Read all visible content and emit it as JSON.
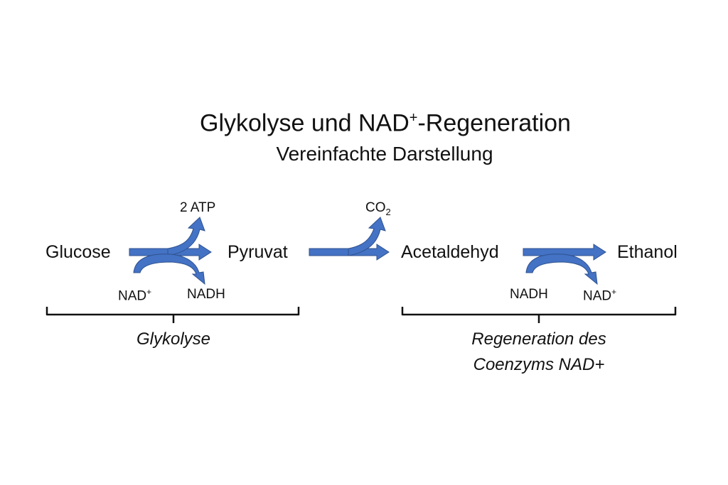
{
  "title": {
    "prefix": "Glykolyse und NAD",
    "sup": "+",
    "suffix": "-Regeneration"
  },
  "subtitle": "Vereinfachte Darstellung",
  "molecules": {
    "glucose": "Glucose",
    "pyruvat": "Pyruvat",
    "acetaldehyd": "Acetaldehyd",
    "ethanol": "Ethanol"
  },
  "byproducts": {
    "atp": "2 ATP",
    "co2_base": "CO",
    "co2_sub": "2",
    "nad_left_base": "NAD",
    "nad_left_sup": "+",
    "nadh_left": "NADH",
    "nadh_right": "NADH",
    "nad_right_base": "NAD",
    "nad_right_sup": "+"
  },
  "brackets": {
    "left_caption": "Glykolyse",
    "right_caption_line1": "Regeneration des",
    "right_caption_line2": "Coenzyms NAD+"
  },
  "colors": {
    "arrow_fill": "#4472C4",
    "arrow_stroke": "#2F528F",
    "bracket": "#111111",
    "text": "#111111"
  }
}
